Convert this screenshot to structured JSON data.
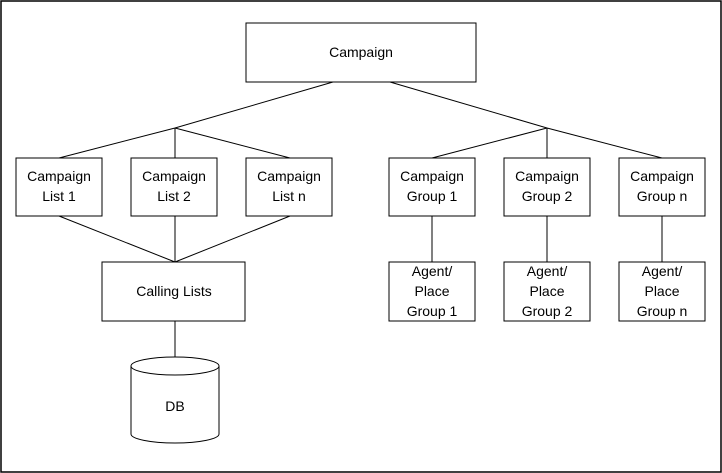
{
  "diagram": {
    "nodes": {
      "campaign": [
        "Campaign"
      ],
      "campaign_list_1": [
        "Campaign",
        "List 1"
      ],
      "campaign_list_2": [
        "Campaign",
        "List 2"
      ],
      "campaign_list_n": [
        "Campaign",
        "List n"
      ],
      "calling_lists": [
        "Calling Lists"
      ],
      "db": [
        "DB"
      ],
      "campaign_group_1": [
        "Campaign",
        "Group 1"
      ],
      "campaign_group_2": [
        "Campaign",
        "Group 2"
      ],
      "campaign_group_n": [
        "Campaign",
        "Group n"
      ],
      "agent_place_group_1": [
        "Agent/",
        "Place",
        "Group 1"
      ],
      "agent_place_group_2": [
        "Agent/",
        "Place",
        "Group 2"
      ],
      "agent_place_group_n": [
        "Agent/",
        "Place",
        "Group n"
      ]
    }
  },
  "colors": {
    "stroke": "#000000",
    "fill": "#ffffff"
  }
}
